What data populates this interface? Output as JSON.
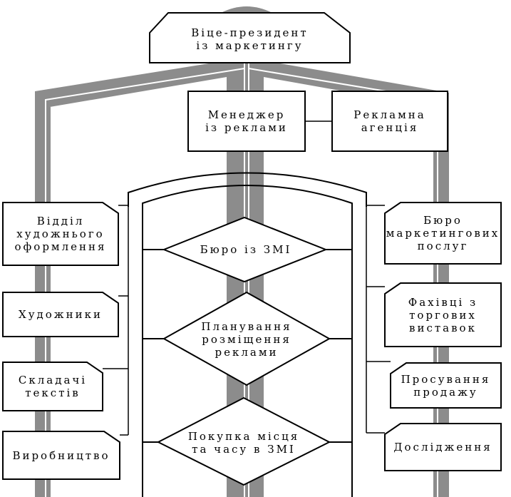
{
  "vp": {
    "line1": "Віце-президент",
    "line2": "із маркетингу"
  },
  "manager": {
    "line1": "Менеджер",
    "line2": "із реклами"
  },
  "agency": {
    "line1": "Рекламна",
    "line2": "агенція"
  },
  "left": [
    {
      "lines": [
        "Відділ",
        "художнього",
        "оформлення"
      ]
    },
    {
      "lines": [
        "Художники"
      ]
    },
    {
      "lines": [
        "Складачі",
        "текстів"
      ]
    },
    {
      "lines": [
        "Виробництво"
      ]
    }
  ],
  "right": [
    {
      "lines": [
        "Бюро",
        "маркетингових",
        "послуг"
      ]
    },
    {
      "lines": [
        "Фахівці з",
        "торгових",
        "виставок"
      ]
    },
    {
      "lines": [
        "Просування",
        "продажу"
      ]
    },
    {
      "lines": [
        "Дослідження"
      ]
    }
  ],
  "center": [
    {
      "lines": [
        "Бюро із ЗМІ"
      ]
    },
    {
      "lines": [
        "Планування",
        "розміщення",
        "реклами"
      ]
    },
    {
      "lines": [
        "Покупка місця",
        "та часу в ЗМІ"
      ]
    }
  ],
  "colors": {
    "band": "#8c8c8c",
    "line": "#000000",
    "fill": "#ffffff"
  }
}
